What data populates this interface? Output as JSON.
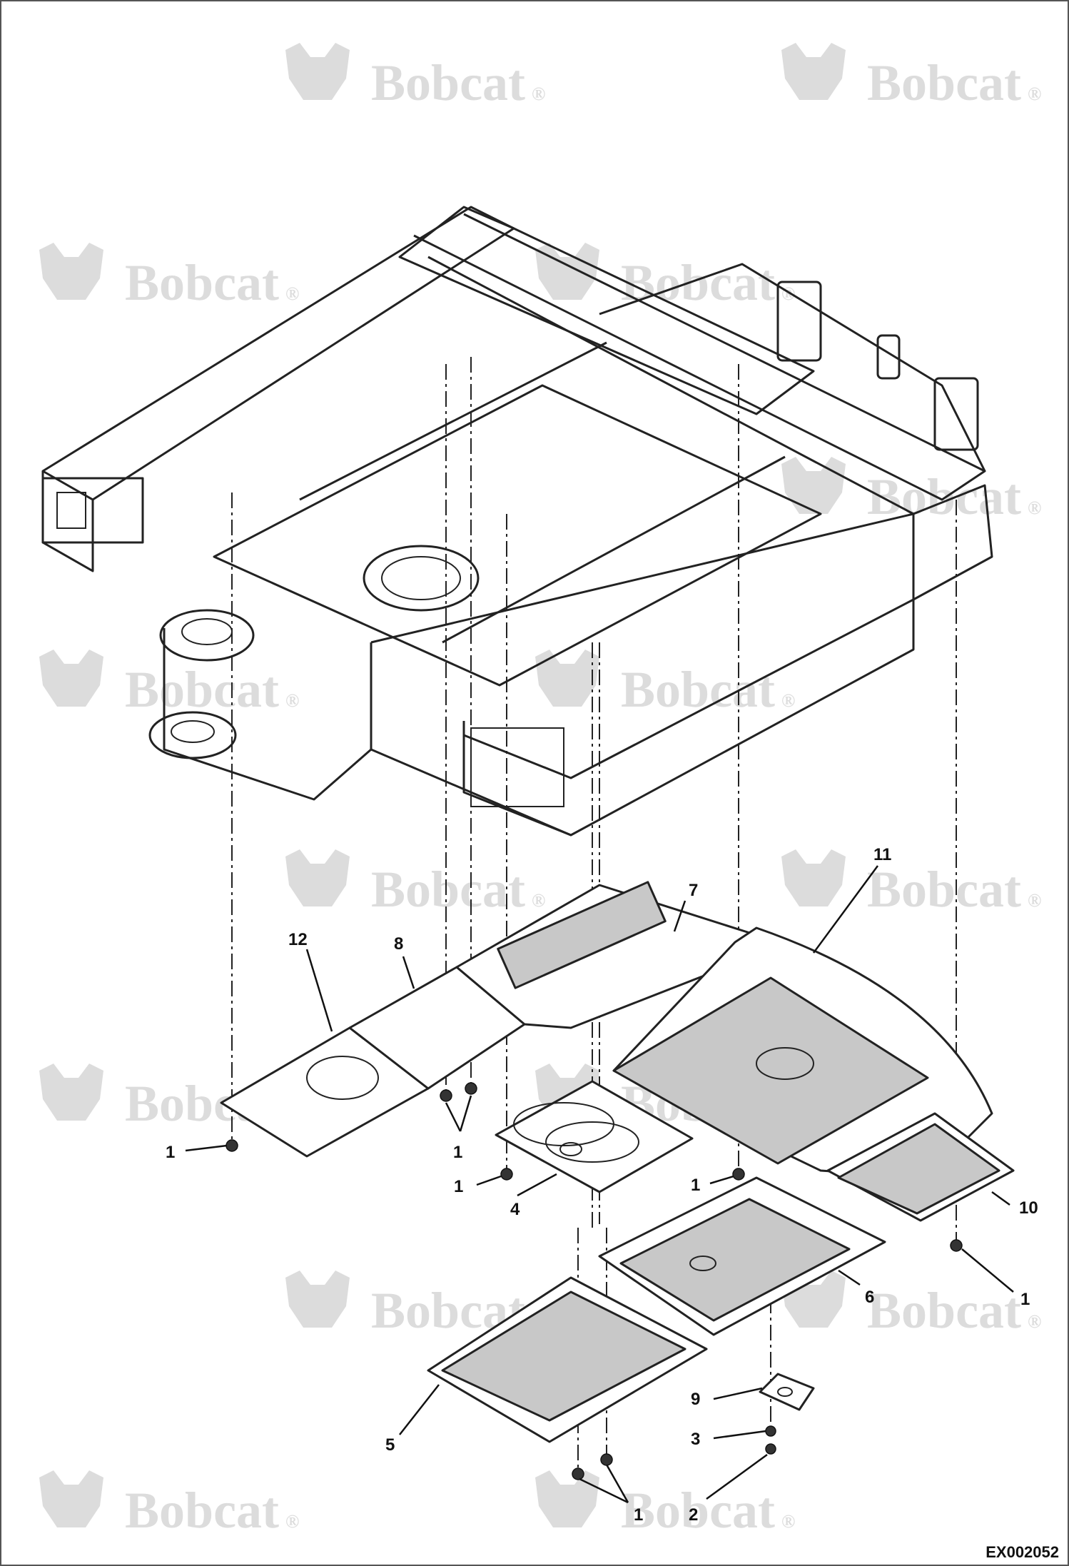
{
  "watermark": {
    "brand_text": "Bobcat",
    "registered_mark": "®",
    "logo_icon": "bobcat-head-icon",
    "color": "#dcdcdc"
  },
  "reference_code": "EX002052",
  "callouts": [
    {
      "id": "callout-1-left",
      "text": "1"
    },
    {
      "id": "callout-1-pair",
      "text": "1"
    },
    {
      "id": "callout-1-center",
      "text": "1"
    },
    {
      "id": "callout-1-mid",
      "text": "1"
    },
    {
      "id": "callout-1-right",
      "text": "1"
    },
    {
      "id": "callout-1-bottom",
      "text": "1"
    },
    {
      "id": "callout-2",
      "text": "2"
    },
    {
      "id": "callout-3",
      "text": "3"
    },
    {
      "id": "callout-4",
      "text": "4"
    },
    {
      "id": "callout-5",
      "text": "5"
    },
    {
      "id": "callout-6",
      "text": "6"
    },
    {
      "id": "callout-7",
      "text": "7"
    },
    {
      "id": "callout-8",
      "text": "8"
    },
    {
      "id": "callout-9",
      "text": "9"
    },
    {
      "id": "callout-10",
      "text": "10"
    },
    {
      "id": "callout-11",
      "text": "11"
    },
    {
      "id": "callout-12",
      "text": "12"
    }
  ]
}
